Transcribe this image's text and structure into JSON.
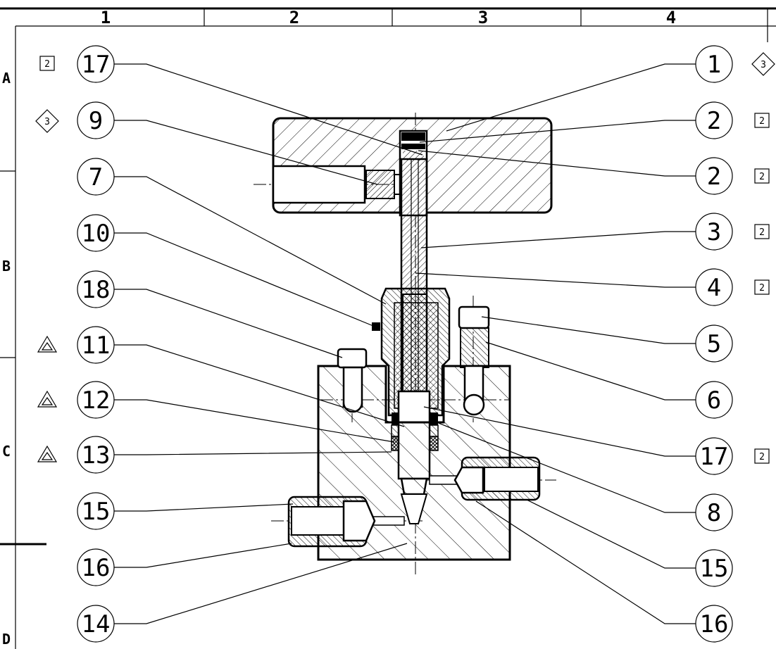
{
  "zones": [
    "1",
    "2",
    "3",
    "4"
  ],
  "rows": [
    "A",
    "B",
    "C",
    "D"
  ],
  "balloons_left": [
    {
      "num": "17",
      "mark": "2",
      "mark_type": "square"
    },
    {
      "num": "9",
      "mark": "3",
      "mark_type": "diamond"
    },
    {
      "num": "7",
      "mark": "",
      "mark_type": ""
    },
    {
      "num": "10",
      "mark": "",
      "mark_type": ""
    },
    {
      "num": "18",
      "mark": "",
      "mark_type": ""
    },
    {
      "num": "11",
      "mark": "",
      "mark_type": "triangle"
    },
    {
      "num": "12",
      "mark": "",
      "mark_type": "triangle"
    },
    {
      "num": "13",
      "mark": "",
      "mark_type": "triangle"
    },
    {
      "num": "15",
      "mark": "",
      "mark_type": ""
    },
    {
      "num": "16",
      "mark": "",
      "mark_type": ""
    },
    {
      "num": "14",
      "mark": "",
      "mark_type": ""
    }
  ],
  "balloons_right": [
    {
      "num": "1",
      "mark": "3",
      "mark_type": "diamond"
    },
    {
      "num": "2",
      "mark": "2",
      "mark_type": "square"
    },
    {
      "num": "2",
      "mark": "2",
      "mark_type": "square"
    },
    {
      "num": "3",
      "mark": "2",
      "mark_type": "square"
    },
    {
      "num": "4",
      "mark": "2",
      "mark_type": "square"
    },
    {
      "num": "5",
      "mark": "",
      "mark_type": ""
    },
    {
      "num": "6",
      "mark": "",
      "mark_type": ""
    },
    {
      "num": "17",
      "mark": "2",
      "mark_type": "square"
    },
    {
      "num": "8",
      "mark": "",
      "mark_type": ""
    },
    {
      "num": "15",
      "mark": "",
      "mark_type": ""
    },
    {
      "num": "16",
      "mark": "",
      "mark_type": ""
    }
  ]
}
